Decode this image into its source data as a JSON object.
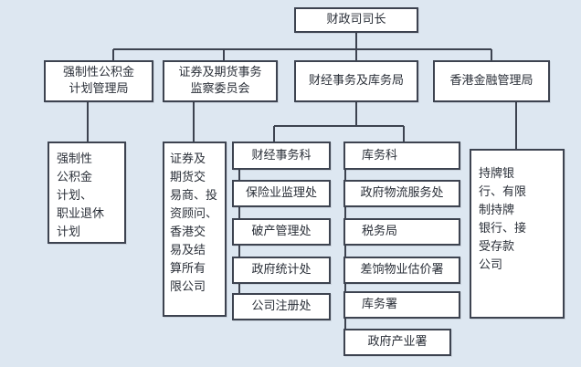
{
  "nodes": {
    "root": "财政司司长",
    "mpfa": "强制性公积金\n计划管理局",
    "sfc": "证券及期货事务\n监察委员会",
    "fstb": "财经事务及库务局",
    "hkma": "香港金融管理局",
    "mpfa_scope": "强制性\n公积金\n计划、\n职业退休\n计划",
    "sfc_scope": "证券及\n期货交\n易商、投\n资顾问、\n香港交\n易及结\n算所有\n限公司",
    "hkma_scope": "持牌银\n行、有限\n制持牌\n银行、接\n受存款\n公司",
    "fs_branch": "财经事务科",
    "insurance": "保险业监理处",
    "bankruptcy": "破产管理处",
    "census": "政府统计处",
    "companies": "公司注册处",
    "treasury_branch": "库务科",
    "gld": "政府物流服务处",
    "ird": "税务局",
    "rvd": "差饷物业估价署",
    "treasury": "库务署",
    "gpa": "政府产业署"
  }
}
